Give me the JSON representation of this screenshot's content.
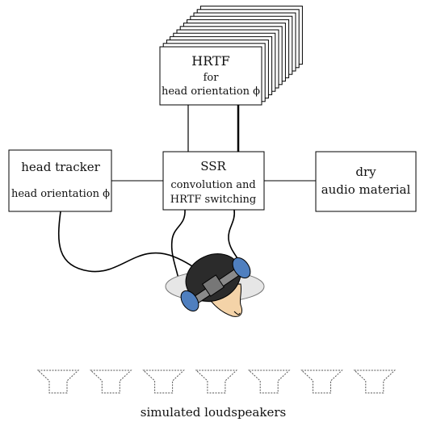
{
  "hrtf_box": {
    "title": "HRTF",
    "line2": "for",
    "line3": "head orientation ϕ"
  },
  "head_tracker_box": {
    "title": "head tracker",
    "subtitle": "head orientation ϕ"
  },
  "ssr_box": {
    "title": "SSR",
    "line2": "convolution and",
    "line3": "HRTF switching"
  },
  "dry_audio_box": {
    "line1": "dry",
    "line2": "audio material"
  },
  "loudspeakers": {
    "count": 7,
    "caption": "simulated loudspeakers"
  },
  "colors": {
    "headphone": "#4f7fbf",
    "hair": "#2b2b2b",
    "skin": "#f4d3a8",
    "shadow": "#e6e6e6"
  }
}
